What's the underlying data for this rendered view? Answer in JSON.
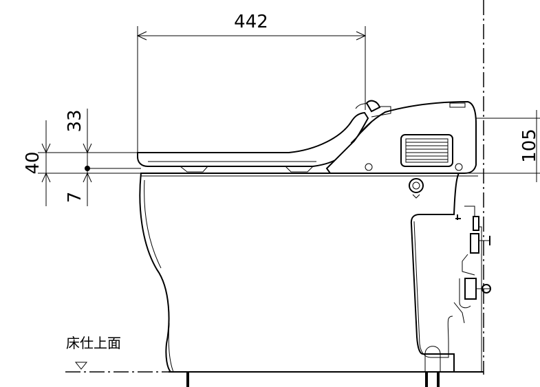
{
  "dimensions": {
    "seat_length": "442",
    "seat_height_total": "40",
    "seat_offset_upper": "33",
    "seat_offset_lower": "7",
    "tank_height": "105"
  },
  "labels": {
    "floor_finish": "床仕上面"
  }
}
